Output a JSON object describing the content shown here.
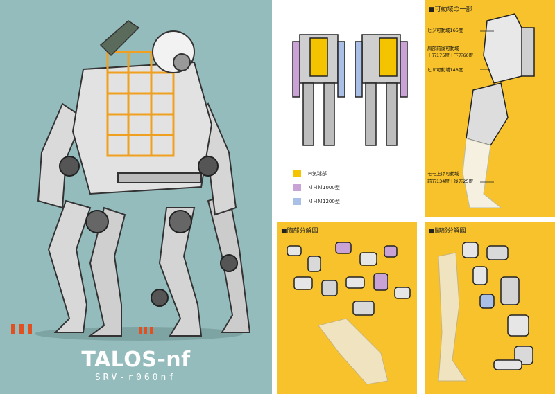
{
  "poster": {
    "title": "TALOS-nf",
    "subtitle": "SRV-r060nf"
  },
  "legend": [
    {
      "label": "M気球部",
      "color": "#f5c400"
    },
    {
      "label": "ＭＨＭ1000型",
      "color": "#c9a3d6"
    },
    {
      "label": "ＭＨＭ1200型",
      "color": "#a9bfe6"
    }
  ],
  "range_panel": {
    "title": "■可動域の一部",
    "notes": [
      "ヒジ可動域165度",
      "肩部前後可動域",
      "上方175度＋下方60度",
      "ヒザ可動域148度",
      "モモ上げ可動域",
      "前方134度＋後方25度"
    ]
  },
  "chest_panel": {
    "title": "■胸部分解図"
  },
  "leg_panel": {
    "title": "■脚部分解図"
  },
  "colors": {
    "poster_bg": "#94bcbc",
    "panel_yellow": "#f7c22b",
    "robot_orange": "#f0a020"
  }
}
